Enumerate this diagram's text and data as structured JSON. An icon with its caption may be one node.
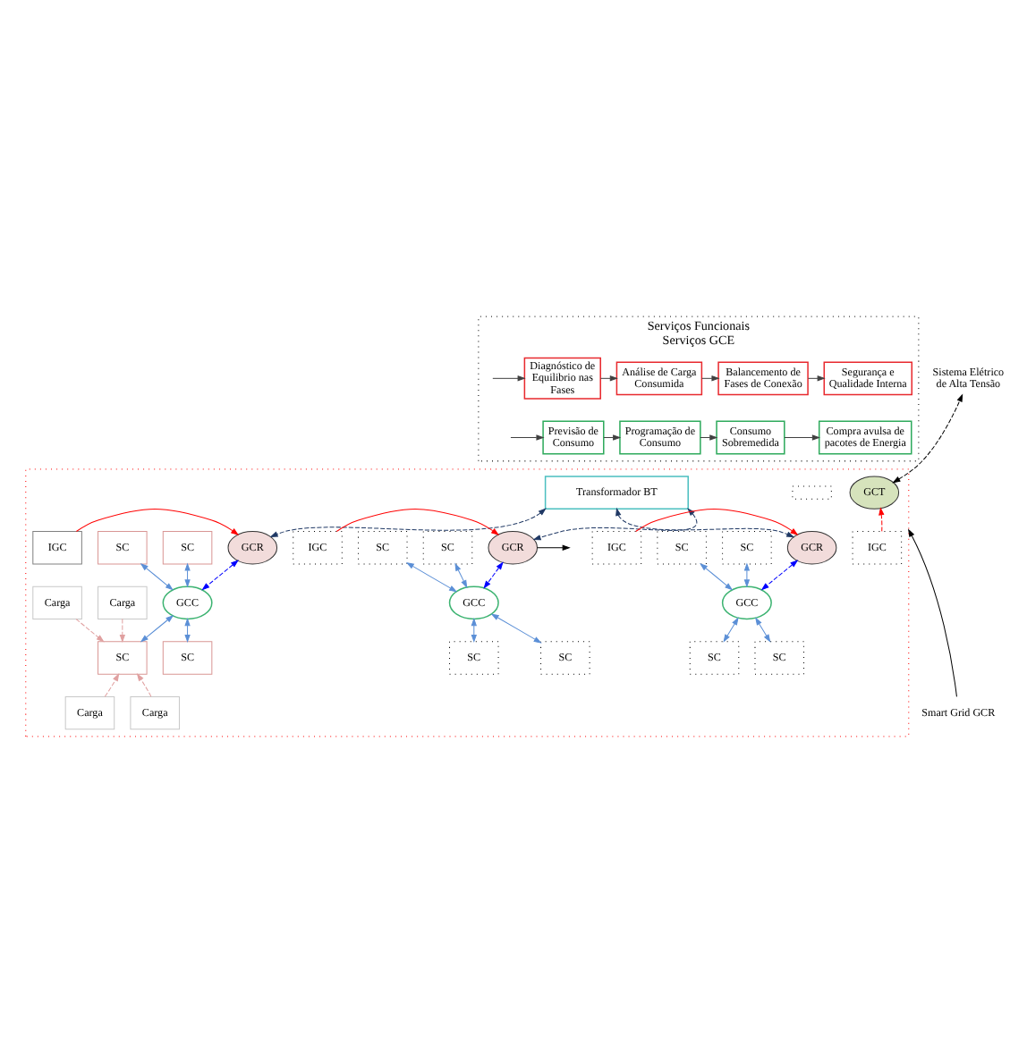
{
  "diagram": {
    "nodes": [
      {
        "text": [
          "Serviços Funcionais",
          "Serviços GCE"
        ]
      },
      {
        "text": [
          "Segurança e Qualidade Interna"
        ],
        "in": 0
      },
      {
        "text": [
          "Balancemento de Fases de Conexão"
        ],
        "in": 0
      },
      {
        "text": [
          "Análise de Carga Consumida"
        ],
        "in": 0
      },
      {
        "text": [
          "Diagnóstico de Equilibrio nas Fases"
        ],
        "in": 0
      },
      {
        "text": [
          "Compra avulsa de pacotes de Energia"
        ],
        "in": 0
      },
      {
        "text": [
          "Consumo Sobremedida"
        ],
        "in": 0
      },
      {
        "text": [
          "Programação de Consumo"
        ],
        "in": 0
      },
      {
        "text": [
          "Previsão de Consumo"
        ],
        "in": 0
      },
      {
        "text": [],
        "shape": "box"
      },
      {
        "text": [
          "GCT"
        ],
        "in": 9
      },
      {
        "text": [
          "Transformador BT"
        ],
        "in": 9
      },
      {
        "text": [],
        "shape": "box",
        "in": 9
      },
      {
        "text": [
          "IGC"
        ],
        "in": 9
      },
      {
        "text": [
          "IGC"
        ],
        "in": 9
      },
      {
        "text": [
          "GCR"
        ],
        "in": 9
      },
      {
        "text": [
          "IGC"
        ],
        "in": 9
      },
      {
        "text": [
          "GCR"
        ],
        "in": 9
      },
      {
        "text": [
          "IGC"
        ],
        "in": 9
      },
      {
        "text": [
          "GCR"
        ],
        "in": 9
      },
      {
        "text": [
          "SC"
        ],
        "in": 9
      },
      {
        "text": [
          "SC"
        ],
        "in": 9
      },
      {
        "text": [
          "Carga"
        ],
        "in": 9
      },
      {
        "text": [
          "Carga"
        ],
        "in": 9
      },
      {
        "text": [
          "GCC"
        ],
        "in": 9
      },
      {
        "text": [
          "SC"
        ],
        "in": 9
      },
      {
        "text": [
          "Carga"
        ],
        "in": 9
      },
      {
        "text": [
          "Carga"
        ],
        "in": 9
      },
      {
        "text": [
          "SC"
        ],
        "in": 9
      },
      {
        "text": [
          "SC"
        ],
        "in": 9
      },
      {
        "text": [
          "SC"
        ],
        "in": 9
      },
      {
        "text": [
          "GCC"
        ],
        "in": 9
      },
      {
        "text": [
          "SC"
        ],
        "in": 9
      },
      {
        "text": [
          "SC"
        ],
        "in": 9
      },
      {
        "text": [
          "SC"
        ],
        "in": 9
      },
      {
        "text": [
          "SC"
        ],
        "in": 9
      },
      {
        "text": [
          "GCC"
        ],
        "in": 9
      },
      {
        "text": [
          "SC"
        ],
        "in": 9
      },
      {
        "text": [
          "SC"
        ],
        "in": 9
      },
      {
        "text": [
          "Sistema Elétrico de Alta Tensão"
        ]
      },
      {
        "text": [
          "Smart Grid GCR"
        ]
      }
    ],
    "edges": [
      {
        "from": 4,
        "to": 3,
        "arrow": "to",
        "color": "#404040"
      },
      {
        "from": 3,
        "to": 2,
        "arrow": "to",
        "color": "#404040"
      },
      {
        "from": 2,
        "to": 1,
        "arrow": "to",
        "color": "#404040"
      },
      {
        "from": null,
        "to": 4,
        "arrow": "to",
        "color": "#404040"
      },
      {
        "from": 8,
        "to": 7,
        "arrow": "to",
        "color": "#404040"
      },
      {
        "from": 7,
        "to": 6,
        "arrow": "to",
        "color": "#404040"
      },
      {
        "from": 6,
        "to": 5,
        "arrow": "to",
        "color": "#404040"
      },
      {
        "from": null,
        "to": 8,
        "arrow": "to",
        "color": "#404040"
      },
      {
        "from": 13,
        "to": 10,
        "arrow": "to",
        "style": "dashed",
        "color": "#ff0000"
      },
      {
        "from": 10,
        "to": 39,
        "arrow": "both",
        "style": "dashed",
        "color": "#000000"
      },
      {
        "from": 11,
        "to": 15,
        "arrow": "both",
        "style": "dashed",
        "color": "#1f3864"
      },
      {
        "from": 11,
        "to": 17,
        "arrow": "both",
        "style": "dashed",
        "color": "#1f3864"
      },
      {
        "from": 11,
        "to": 19,
        "arrow": "both",
        "style": "dashed",
        "color": "#1f3864"
      },
      {
        "from": 14,
        "to": 15,
        "arrow": "to",
        "color": "#ff0000"
      },
      {
        "from": 16,
        "to": 17,
        "arrow": "to",
        "color": "#ff0000"
      },
      {
        "from": 18,
        "to": 19,
        "arrow": "to",
        "color": "#ff0000"
      },
      {
        "from": 19,
        "to": null,
        "arrow": "to",
        "color": "#000000"
      },
      {
        "from": 15,
        "to": 24,
        "arrow": "both",
        "style": "dashed",
        "color": "#0000ff"
      },
      {
        "from": 17,
        "to": 31,
        "arrow": "both",
        "style": "dashed",
        "color": "#0000ff"
      },
      {
        "from": 19,
        "to": 36,
        "arrow": "both",
        "style": "dashed",
        "color": "#0000ff"
      },
      {
        "from": 20,
        "to": 24,
        "arrow": "both"
      },
      {
        "from": 21,
        "to": 24,
        "arrow": "both"
      },
      {
        "from": 24,
        "to": 25,
        "arrow": "both"
      },
      {
        "from": 24,
        "to": 28,
        "arrow": "both"
      },
      {
        "from": 29,
        "to": 31,
        "arrow": "both"
      },
      {
        "from": 30,
        "to": 31,
        "arrow": "both"
      },
      {
        "from": 31,
        "to": 32,
        "arrow": "both"
      },
      {
        "from": 31,
        "to": 33,
        "arrow": "both"
      },
      {
        "from": 34,
        "to": 36,
        "arrow": "both"
      },
      {
        "from": 35,
        "to": 36,
        "arrow": "both"
      },
      {
        "from": 36,
        "to": 37,
        "arrow": "both"
      },
      {
        "from": 36,
        "to": 38,
        "arrow": "both"
      },
      {
        "from": 22,
        "to": 25,
        "arrow": "to",
        "style": "dashed",
        "color": "#e0a0a0"
      },
      {
        "from": 23,
        "to": 25,
        "arrow": "to",
        "style": "dashed",
        "color": "#e0a0a0"
      },
      {
        "from": 26,
        "to": 25,
        "arrow": "to",
        "style": "dashed",
        "color": "#e0a0a0"
      },
      {
        "from": 27,
        "to": 25,
        "arrow": "to",
        "style": "dashed",
        "color": "#e0a0a0"
      },
      {
        "from": 40,
        "to": 9,
        "arrow": "to",
        "color": "#000000"
      }
    ]
  }
}
